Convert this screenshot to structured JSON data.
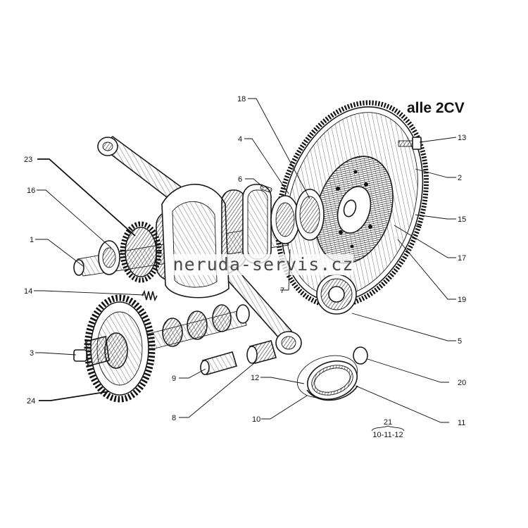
{
  "title": "alle 2CV",
  "watermark": "neruda-servis.cz",
  "subassembly": {
    "number": "21",
    "parts": "10-11-12"
  },
  "callouts": [
    {
      "id": "c13",
      "text": "13"
    },
    {
      "id": "c18",
      "text": "18"
    },
    {
      "id": "c4",
      "text": "4"
    },
    {
      "id": "c2",
      "text": "2"
    },
    {
      "id": "c23",
      "text": "23"
    },
    {
      "id": "c6",
      "text": "6"
    },
    {
      "id": "c16",
      "text": "16"
    },
    {
      "id": "c15",
      "text": "15"
    },
    {
      "id": "c1",
      "text": "1"
    },
    {
      "id": "c17",
      "text": "17"
    },
    {
      "id": "c7",
      "text": "7"
    },
    {
      "id": "c14",
      "text": "14"
    },
    {
      "id": "c19",
      "text": "19"
    },
    {
      "id": "c5",
      "text": "5"
    },
    {
      "id": "c3",
      "text": "3"
    },
    {
      "id": "c9",
      "text": "9"
    },
    {
      "id": "c20",
      "text": "20"
    },
    {
      "id": "c12",
      "text": "12"
    },
    {
      "id": "c24",
      "text": "24"
    },
    {
      "id": "c8",
      "text": "8"
    },
    {
      "id": "c10",
      "text": "10"
    },
    {
      "id": "c11",
      "text": "11"
    }
  ]
}
